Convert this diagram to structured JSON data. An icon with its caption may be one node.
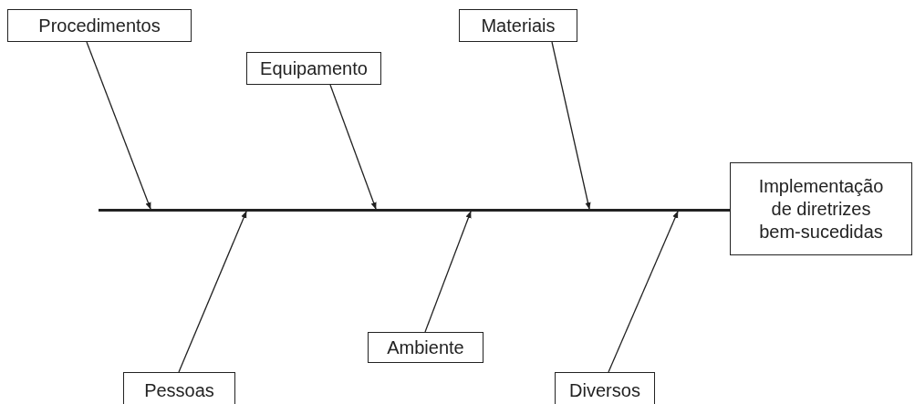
{
  "diagram": {
    "nodes": [
      {
        "text": [
          "Procedimentos"
        ]
      },
      {
        "text": [
          "Materiais"
        ]
      },
      {
        "text": [
          "Equipamento"
        ]
      },
      {
        "text": [
          "Implementação de diretrizes bem-sucedidas"
        ]
      },
      {
        "text": [],
        "shape": "bar"
      },
      {
        "text": [
          "Ambiente"
        ]
      },
      {
        "text": [
          "Pessoas"
        ]
      },
      {
        "text": [
          "Diversos"
        ]
      }
    ],
    "edges": [
      {
        "from": 0,
        "to": 4,
        "arrow": "to"
      },
      {
        "from": 2,
        "to": 4,
        "arrow": "to"
      },
      {
        "from": 1,
        "to": 4,
        "arrow": "to"
      },
      {
        "from": 6,
        "to": 4,
        "arrow": "to"
      },
      {
        "from": 5,
        "to": 4,
        "arrow": "to"
      },
      {
        "from": 7,
        "to": 4,
        "arrow": "to"
      }
    ]
  }
}
